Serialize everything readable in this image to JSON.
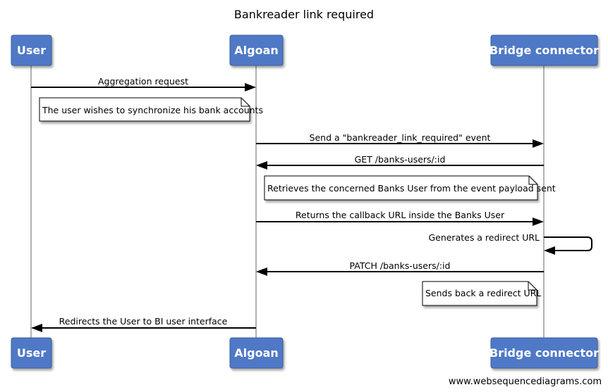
{
  "title": "Bankreader link required",
  "participants": {
    "user": "User",
    "algoan": "Algoan",
    "bridge": "Bridge connector"
  },
  "messages": {
    "m1": "Aggregation request",
    "n1": "The user wishes to synchronize his bank accounts",
    "m2": "Send a \"bankreader_link_required\" event",
    "m3": "GET /banks-users/:id",
    "n2": "Retrieves the concerned Banks User from the event payload sent",
    "m4": "Returns the callback URL inside the Banks User",
    "m5": "Generates a redirect URL",
    "m6": "PATCH /banks-users/:id",
    "n3": "Sends back a redirect URL",
    "m7": "Redirects the User to BI user interface"
  },
  "footer": "www.websequencediagrams.com",
  "colors": {
    "actor_fill": "#4f79c6",
    "actor_stroke": "#3b5f9f",
    "lifeline": "#999999",
    "note_fill": "#ffffff",
    "arrow": "#000000"
  }
}
